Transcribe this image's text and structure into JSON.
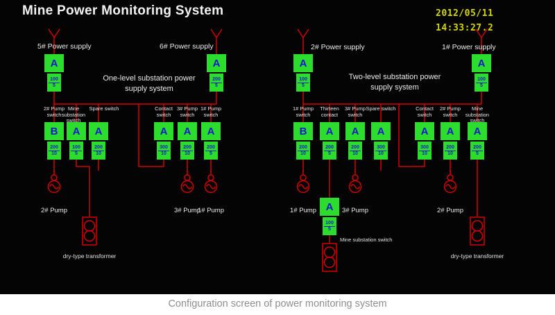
{
  "title": "Mine Power Monitoring System",
  "clock": {
    "date": "2012/05/11",
    "time": "14:33:27.2"
  },
  "caption": "Configuration screen of power monitoring system",
  "colors": {
    "wire": "#d40000",
    "device_green": "#2ddd2d",
    "device_text_blue": "#1718c9",
    "clock_yellow": "#d6d600"
  },
  "one_level": {
    "system_name_line1": "One-level substation power",
    "system_name_line2": "supply system",
    "supplies": [
      {
        "label": "5# Power supply",
        "device": "A",
        "ct_primary": "100",
        "ct_secondary": "5"
      },
      {
        "label": "6# Power supply",
        "device": "A",
        "ct_primary": "200",
        "ct_secondary": "5"
      }
    ],
    "feeders": [
      {
        "switch_line1": "2# Pump",
        "switch_line2": "switch",
        "device": "B",
        "ct_primary": "200",
        "ct_secondary": "10"
      },
      {
        "switch_line1": "Mine substation",
        "switch_line2": "switch",
        "device": "A",
        "ct_primary": "100",
        "ct_secondary": "5"
      },
      {
        "switch_line1": "Spare switch",
        "switch_line2": "",
        "device": "A",
        "ct_primary": "200",
        "ct_secondary": "10"
      },
      {
        "switch_line1": "Contact",
        "switch_line2": "switch",
        "device": "A",
        "ct_primary": "300",
        "ct_secondary": "10"
      },
      {
        "switch_line1": "3# Pump",
        "switch_line2": "switch",
        "device": "A",
        "ct_primary": "200",
        "ct_secondary": "10"
      },
      {
        "switch_line1": "1# Pump",
        "switch_line2": "switch",
        "device": "A",
        "ct_primary": "200",
        "ct_secondary": "5"
      }
    ],
    "pump_labels": [
      "2# Pump",
      "3# Pump",
      "1# Pump"
    ],
    "transformer_label": "dry-type transformer"
  },
  "two_level": {
    "system_name_line1": "Two-level substation power",
    "system_name_line2": "supply system",
    "supplies": [
      {
        "label": "2# Power supply",
        "device": "A",
        "ct_primary": "100",
        "ct_secondary": "5"
      },
      {
        "label": "1# Power supply",
        "device": "A",
        "ct_primary": "100",
        "ct_secondary": "5"
      }
    ],
    "feeders": [
      {
        "switch_line1": "1# Pump",
        "switch_line2": "switch",
        "device": "B",
        "ct_primary": "200",
        "ct_secondary": "10"
      },
      {
        "switch_line1": "Thirteen",
        "switch_line2": "contact",
        "device": "A",
        "ct_primary": "200",
        "ct_secondary": "5"
      },
      {
        "switch_line1": "3# Pump",
        "switch_line2": "switch",
        "device": "A",
        "ct_primary": "200",
        "ct_secondary": "10"
      },
      {
        "switch_line1": "Spare switch",
        "switch_line2": "",
        "device": "A",
        "ct_primary": "300",
        "ct_secondary": "10"
      },
      {
        "switch_line1": "Contact",
        "switch_line2": "switch",
        "device": "A",
        "ct_primary": "300",
        "ct_secondary": "10"
      },
      {
        "switch_line1": "2# Pump",
        "switch_line2": "switch",
        "device": "A",
        "ct_primary": "200",
        "ct_secondary": "10"
      },
      {
        "switch_line1": "Mine substation",
        "switch_line2": "switch",
        "device": "A",
        "ct_primary": "200",
        "ct_secondary": "5"
      }
    ],
    "pump_labels": [
      "1# Pump",
      "3# Pump",
      "2# Pump"
    ],
    "substation_branch": {
      "device": "A",
      "ct_primary": "100",
      "ct_secondary": "5",
      "label": "Mine substation switch"
    },
    "transformer_label": "dry-type transformer"
  }
}
